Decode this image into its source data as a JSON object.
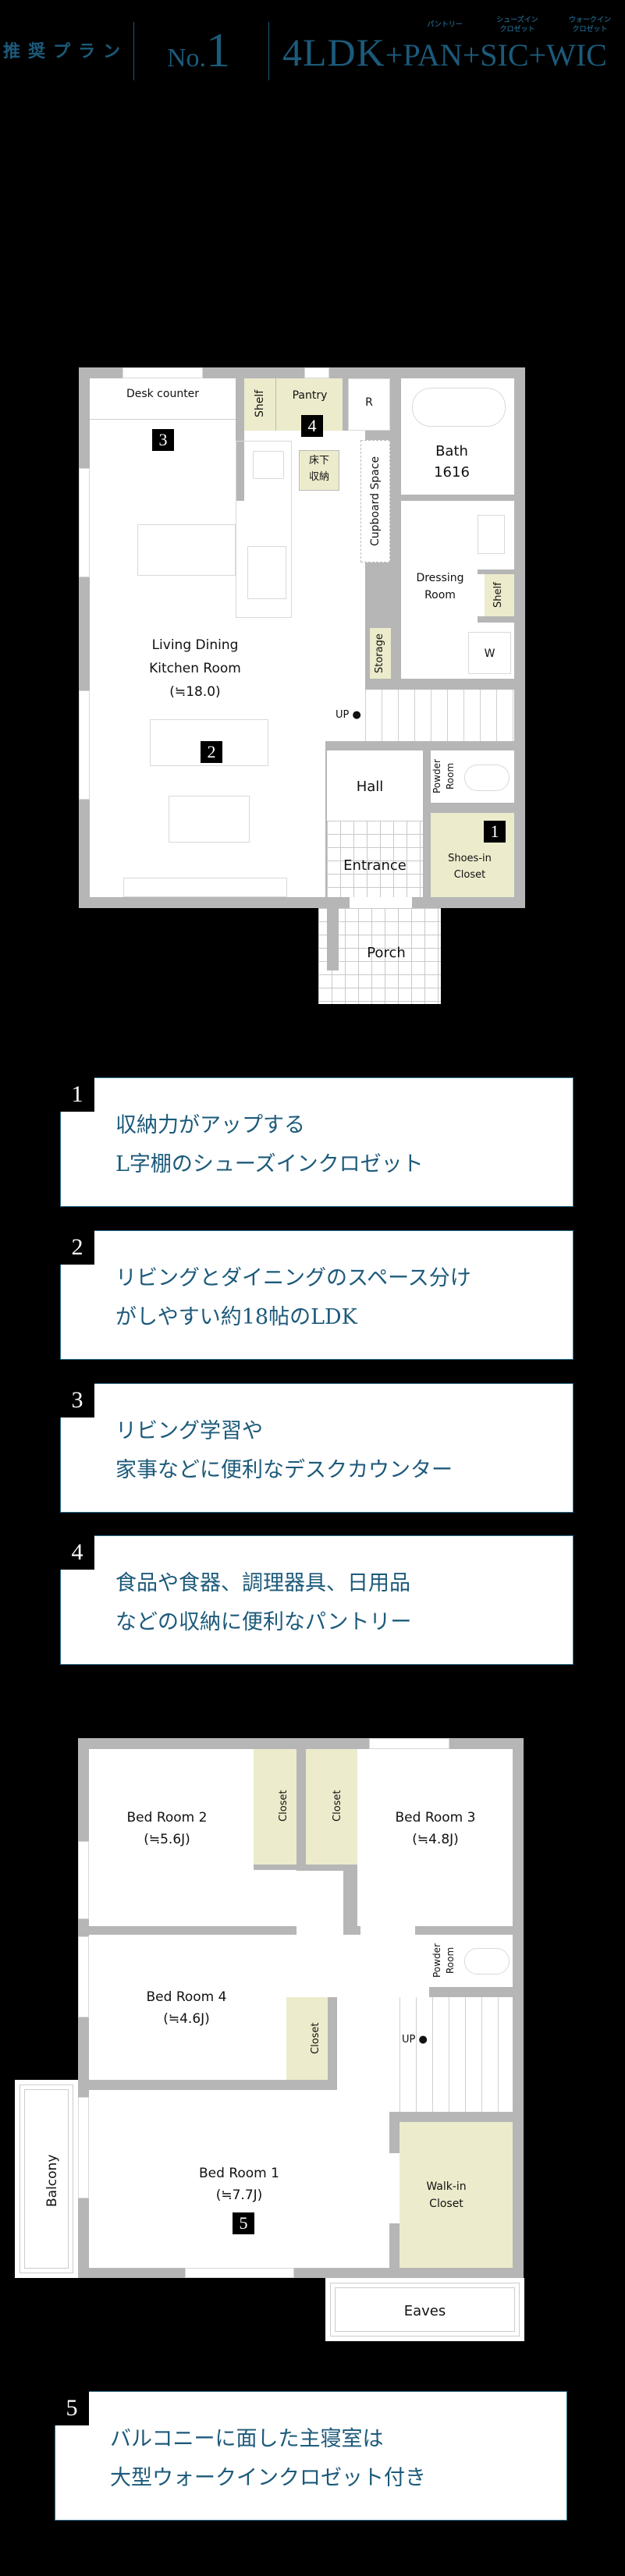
{
  "header": {
    "label": "推奨プラン",
    "number_prefix": "No.",
    "number": "1",
    "layout": "4LDK",
    "options": [
      {
        "plus": "+",
        "code": "PAN",
        "ruby": "パントリー"
      },
      {
        "plus": "+",
        "code": "SIC",
        "ruby": "シューズイン\nクロゼット"
      },
      {
        "plus": "+",
        "code": "WIC",
        "ruby": "ウォークイン\nクロゼット"
      }
    ],
    "accent_color": "#1c5a7a"
  },
  "floor1": {
    "rooms": {
      "desk_counter": "Desk counter",
      "shelf_top": "Shelf",
      "pantry": "Pantry",
      "fridge": "R",
      "bath": "Bath",
      "bath_size": "1616",
      "underfloor_l1": "床下",
      "underfloor_l2": "収納",
      "cupboard": "Cupboard Space",
      "dressing_l1": "Dressing",
      "dressing_l2": "Room",
      "shelf_right": "Shelf",
      "washer": "W",
      "storage": "Storage",
      "ldk_l1": "Living Dining",
      "ldk_l2": "Kitchen Room",
      "ldk_l3": "(≒18.0)",
      "up": "UP",
      "hall": "Hall",
      "powder_l1": "Powder",
      "powder_l2": "Room",
      "entrance": "Entrance",
      "shoes_l1": "Shoes-in",
      "shoes_l2": "Closet",
      "porch": "Porch"
    },
    "badges": {
      "b1": "1",
      "b2": "2",
      "b3": "3",
      "b4": "4"
    }
  },
  "features": [
    {
      "num": "1",
      "line1": "収納力がアップする",
      "line2": "L字棚のシューズインクロゼット"
    },
    {
      "num": "2",
      "line1": "リビングとダイニングのスペース分け",
      "line2": "がしやすい約18帖のLDK"
    },
    {
      "num": "3",
      "line1": "リビング学習や",
      "line2": "家事などに便利なデスクカウンター"
    },
    {
      "num": "4",
      "line1": "食品や食器、調理器具、日用品",
      "line2": "などの収納に便利なパントリー"
    },
    {
      "num": "5",
      "line1": "バルコニーに面した主寝室は",
      "line2": "大型ウォークインクロゼット付き"
    }
  ],
  "floor2": {
    "rooms": {
      "br2": "Bed Room 2",
      "br2_size": "(≒5.6J)",
      "closet_a": "Closet",
      "closet_b": "Closet",
      "br3": "Bed Room 3",
      "br3_size": "(≒4.8J)",
      "br4": "Bed Room 4",
      "br4_size": "(≒4.6J)",
      "closet_c": "Closet",
      "powder_l1": "Powder",
      "powder_l2": "Room",
      "up": "UP",
      "br1": "Bed Room 1",
      "br1_size": "(≒7.7J)",
      "wic_l1": "Walk-in",
      "wic_l2": "Closet",
      "balcony": "Balcony",
      "eaves": "Eaves"
    },
    "badges": {
      "b5": "5"
    }
  }
}
